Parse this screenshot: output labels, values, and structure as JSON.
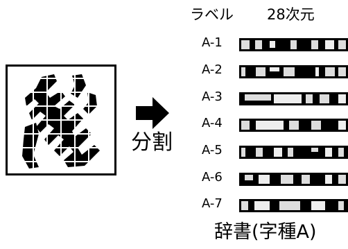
{
  "header": {
    "label_col": "ラベル",
    "feature_col": "28次元"
  },
  "divide_label": "分割",
  "rows": [
    {
      "label": "A-1"
    },
    {
      "label": "A-2"
    },
    {
      "label": "A-3"
    },
    {
      "label": "A-4"
    },
    {
      "label": "A-5"
    },
    {
      "label": "A-6"
    },
    {
      "label": "A-7"
    }
  ],
  "dictionary_caption": "辞書(字種A)",
  "colors": {
    "ink": "#000000",
    "grid_line": "#ffffff",
    "background": "#ffffff"
  },
  "icons": {
    "arrow": "right-arrow-icon"
  }
}
